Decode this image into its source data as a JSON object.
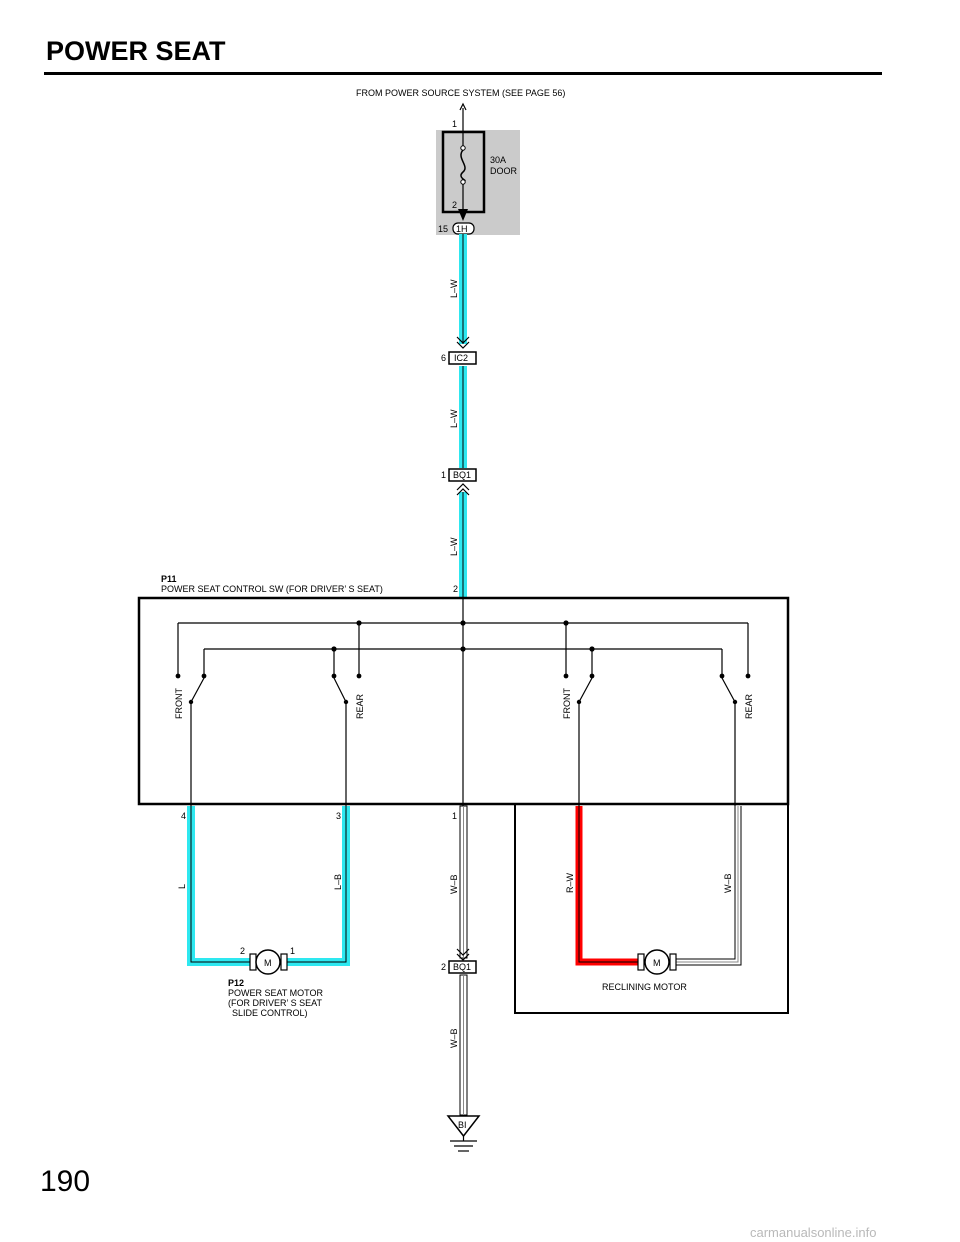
{
  "page": {
    "title": "POWER SEAT",
    "page_number": "190",
    "watermark": "carmanualsonline.info"
  },
  "diagram": {
    "source_label": "FROM POWER SOURCE SYSTEM (SEE PAGE 56)",
    "fuse": {
      "rating": "30A",
      "name": "DOOR",
      "pin_top": "1",
      "pin_bottom": "2"
    },
    "connectors": {
      "c_1h": {
        "id": "1H",
        "pin": "15"
      },
      "c_ic2": {
        "id": "IC2",
        "pin": "6"
      },
      "c_bq1_top": {
        "id": "BQ1",
        "pin": "1"
      },
      "c_bq1_bottom": {
        "id": "BQ1",
        "pin": "2"
      }
    },
    "wire_colors": {
      "lw_1": "L–W",
      "lw_2": "L–W",
      "lw_3": "L–W",
      "l": "L",
      "lb": "L–B",
      "wb_1": "W–B",
      "rw": "R–W",
      "wb_2": "W–B",
      "wb_3": "W–B"
    },
    "switch_unit": {
      "code": "P11",
      "name": "POWER SEAT CONTROL SW (FOR DRIVER’ S SEAT)",
      "pin_in": "2",
      "pin_4": "4",
      "pin_3": "3",
      "pin_1": "1",
      "contacts": [
        "FRONT",
        "REAR",
        "FRONT",
        "REAR"
      ]
    },
    "slide_motor": {
      "code": "P12",
      "name_line1": "POWER SEAT MOTOR",
      "name_line2": "(FOR DRIVER’ S SEAT",
      "name_line3": "SLIDE CONTROL)",
      "pin_2": "2",
      "pin_1": "1",
      "symbol": "M"
    },
    "recline_motor": {
      "name": "RECLINING MOTOR",
      "symbol": "M"
    },
    "ground": {
      "id": "BI"
    },
    "colors": {
      "blue_wire": "#2ee8f0",
      "red_wire": "#ff0000",
      "fuse_shade": "#cbcbcb",
      "line": "#000000"
    },
    "icons": {
      "ground": "ground-icon",
      "motor": "motor-icon",
      "fuse": "fuse-icon"
    }
  }
}
